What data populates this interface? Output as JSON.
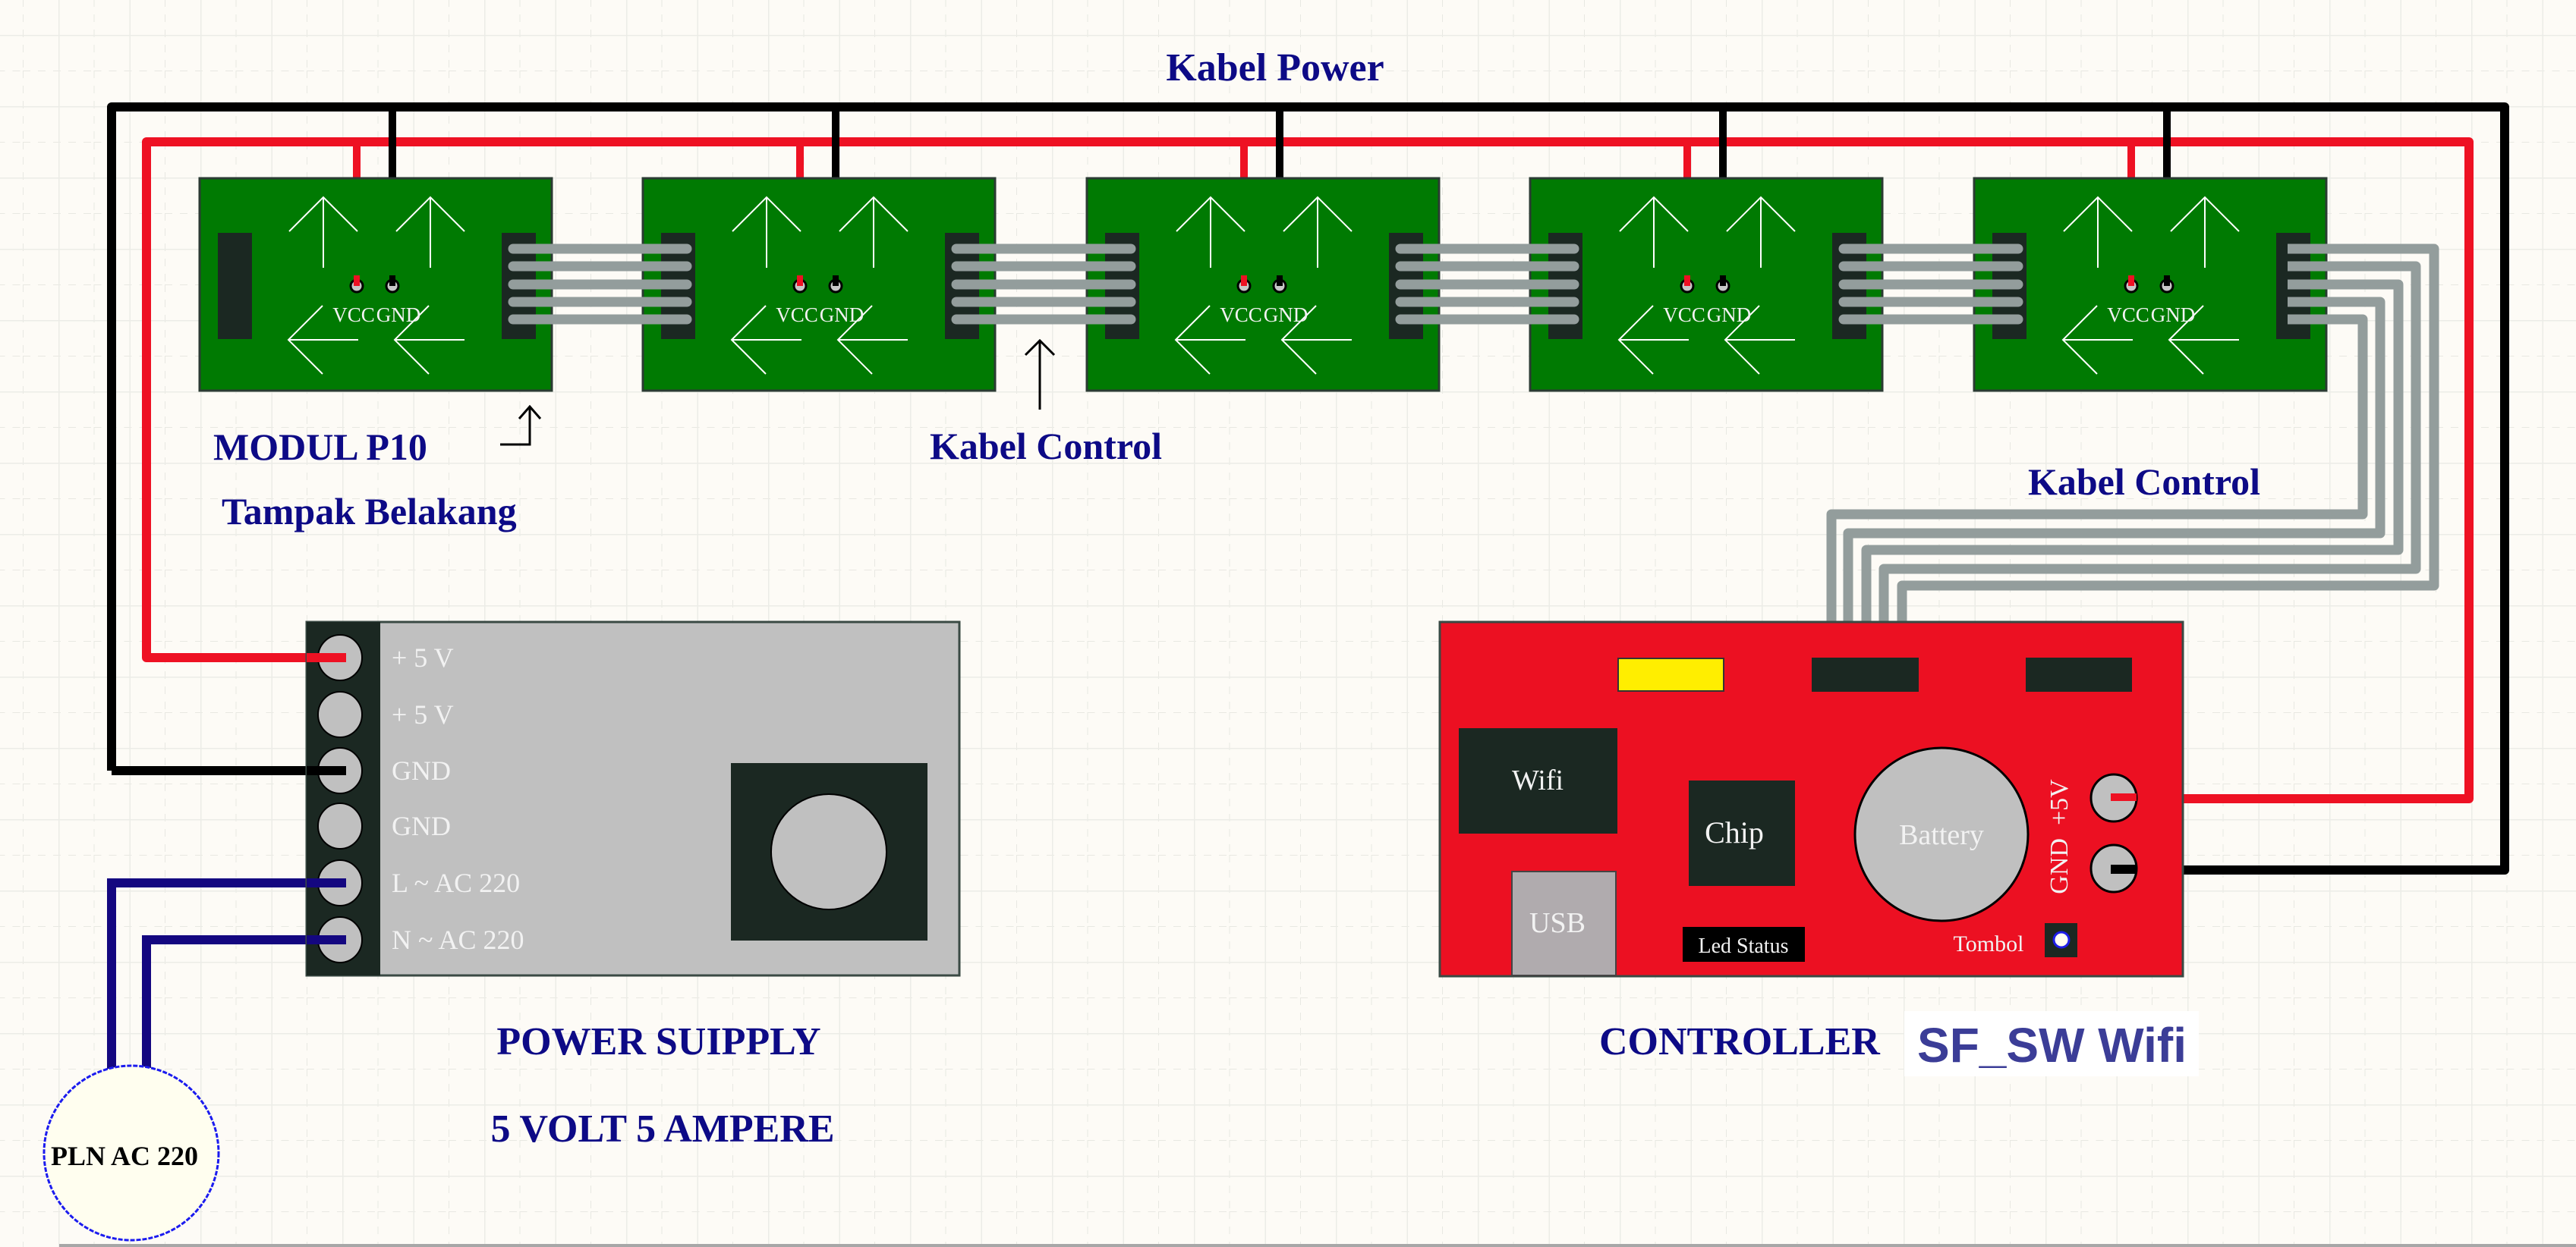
{
  "colors": {
    "background": "#fdfbf6",
    "grid": "#ebebe6",
    "module_green": "#007a02",
    "connector_dark": "#1b2822",
    "wire_power_red": "#ee1123",
    "wire_ground_black": "#000000",
    "wire_control_gray": "#939d9c",
    "wire_ac_blue": "#140780",
    "power_supply_body": "#c0c0c0",
    "controller_red": "#ec1022",
    "label_navy": "#0d0a86",
    "brand_blue": "#3b3d97",
    "led_yellow": "#ffee00",
    "usb_gray": "#b0abae",
    "pln_fill": "#fffeef",
    "pln_stroke": "#1b1bef"
  },
  "labels": {
    "kabel_power": "Kabel Power",
    "modul_title": "MODUL P10",
    "modul_subtitle": "Tampak Belakang",
    "kabel_control_middle": "Kabel Control",
    "kabel_control_right": "Kabel Control",
    "power_supply_title": "POWER SUIPPLY",
    "power_supply_spec": "5 VOLT 5 AMPERE",
    "controller_title": "CONTROLLER",
    "controller_brand": "SF_SW Wifi",
    "pln": "PLN AC 220"
  },
  "modules": [
    {
      "name": "P10 module 1",
      "vcc_label": "VCC",
      "gnd_label": "GND",
      "left_wired": false
    },
    {
      "name": "P10 module 2",
      "vcc_label": "VCC",
      "gnd_label": "GND",
      "left_wired": true
    },
    {
      "name": "P10 module 3",
      "vcc_label": "VCC",
      "gnd_label": "GND",
      "left_wired": true
    },
    {
      "name": "P10 module 4",
      "vcc_label": "VCC",
      "gnd_label": "GND",
      "left_wired": true
    },
    {
      "name": "P10 module 5",
      "vcc_label": "VCC",
      "gnd_label": "GND",
      "left_wired": true
    }
  ],
  "control_cable_wire_count": 5,
  "power_supply": {
    "terminals": [
      {
        "label": "+ 5 V",
        "wire": "red"
      },
      {
        "label": "+ 5 V",
        "wire": null
      },
      {
        "label": "GND",
        "wire": "black"
      },
      {
        "label": "GND",
        "wire": null
      },
      {
        "label": "L ~ AC 220",
        "wire": "blue"
      },
      {
        "label": "N ~ AC 220",
        "wire": "blue"
      }
    ]
  },
  "controller": {
    "wifi": "Wifi",
    "chip": "Chip",
    "battery": "Battery",
    "usb": "USB",
    "led_status": "Led Status",
    "button": "Tombol",
    "power_pins_label": "GND  +5V",
    "pin_plus": "+5V",
    "pin_gnd": "GND"
  }
}
